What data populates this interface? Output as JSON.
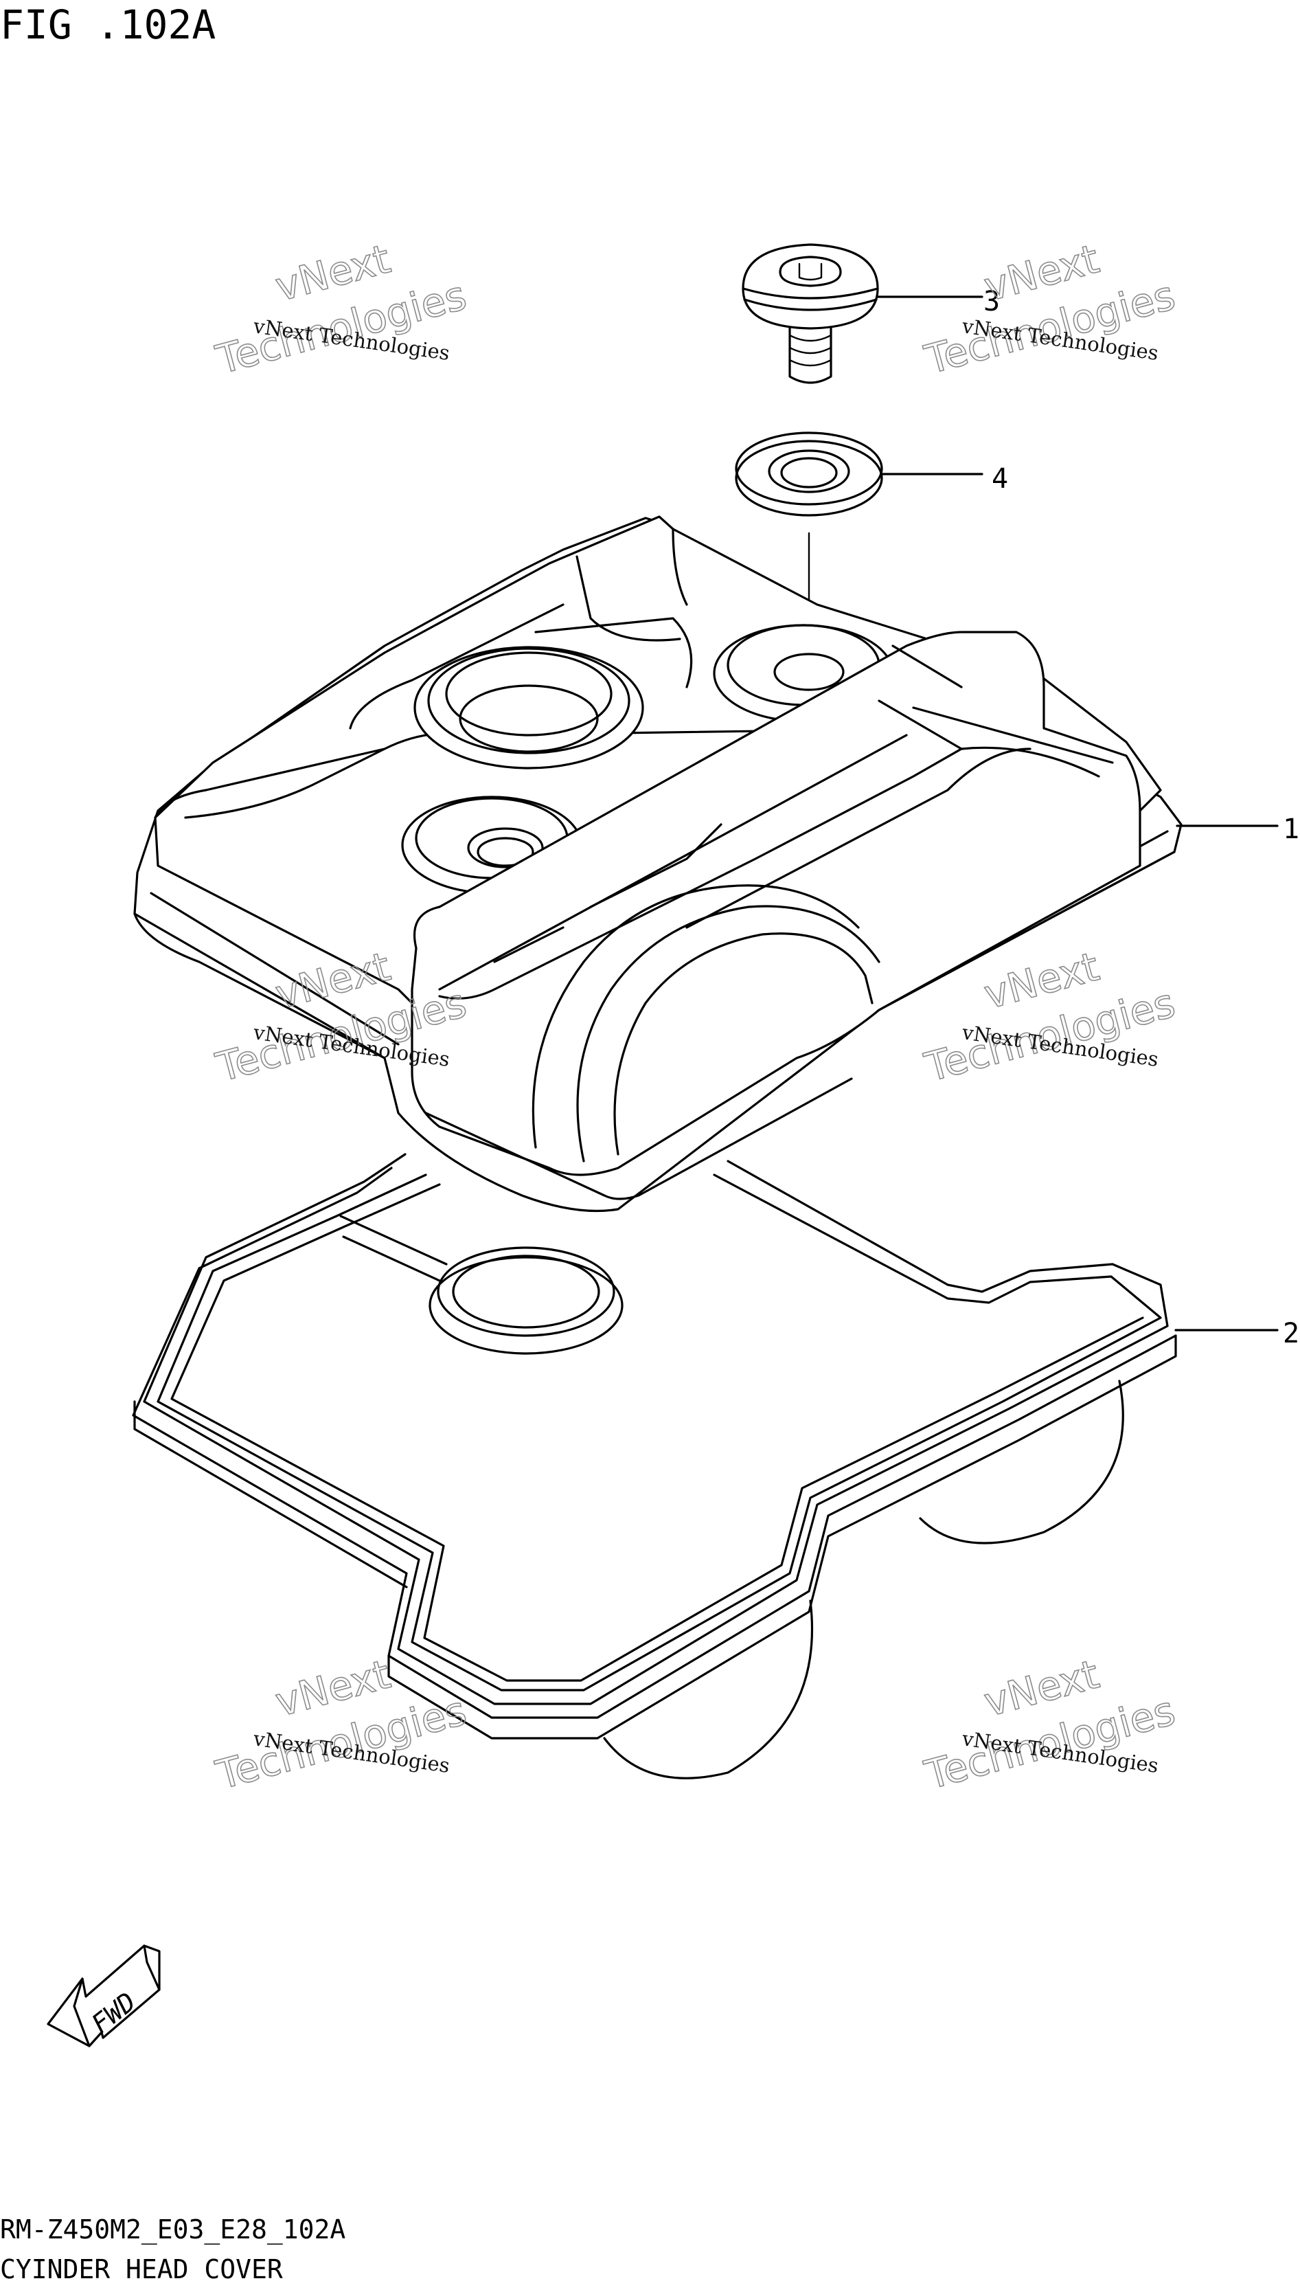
{
  "figure_title": "FIG .102A",
  "callouts": [
    {
      "id": "callout-1",
      "label": "1"
    },
    {
      "id": "callout-2",
      "label": "2"
    },
    {
      "id": "callout-3",
      "label": "3"
    },
    {
      "id": "callout-4",
      "label": "4"
    }
  ],
  "watermark": {
    "line1": "vNext Technologies",
    "line2": "vNext",
    "line3": "Technologies"
  },
  "fwd_label": "FWD",
  "footer": {
    "code": "RM-Z450M2_E03_E28_102A",
    "name": "CYINDER HEAD COVER"
  }
}
